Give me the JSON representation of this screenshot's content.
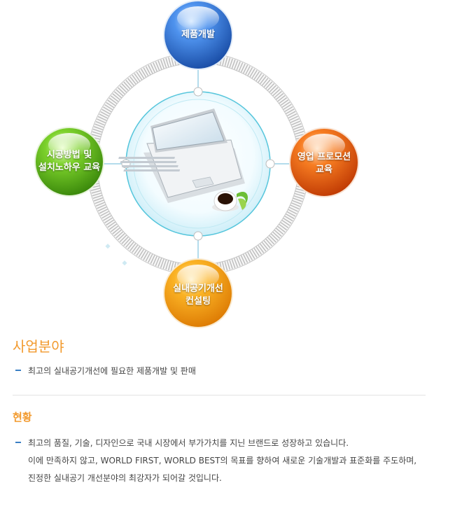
{
  "diagram": {
    "nodes": [
      {
        "id": "top",
        "lines": [
          "제품개발"
        ]
      },
      {
        "id": "left",
        "lines": [
          "시공방법 및",
          "설치노하우 교육"
        ]
      },
      {
        "id": "right",
        "lines": [
          "영업 프로모션",
          "교육"
        ]
      },
      {
        "id": "bottom",
        "lines": [
          "실내공기개선",
          "컨설팅"
        ]
      }
    ],
    "center_icon": "laptop-with-coffee-icon"
  },
  "business": {
    "title": "사업분야",
    "items": [
      "최고의 실내공기개선에 필요한 제품개발 및 판매"
    ]
  },
  "status": {
    "title": "현황",
    "lines": [
      "최고의 품질, 기술, 디자인으로 국내 시장에서 부가가치를 지닌 브랜드로 성장하고 있습니다.",
      "이에 만족하지 않고, WORLD FIRST, WORLD BEST의 목표를 향하여 새로운 기술개발과 표준화를 주도하며,",
      "진정한 실내공기 개선분야의 최강자가 되어갈 것입니다."
    ]
  },
  "colors": {
    "accent": "#f29a2e",
    "bullet": "#3a7fc4",
    "top": "#2f6fd6",
    "left": "#62b81e",
    "right": "#f06a10",
    "bottom": "#f5a00c"
  }
}
